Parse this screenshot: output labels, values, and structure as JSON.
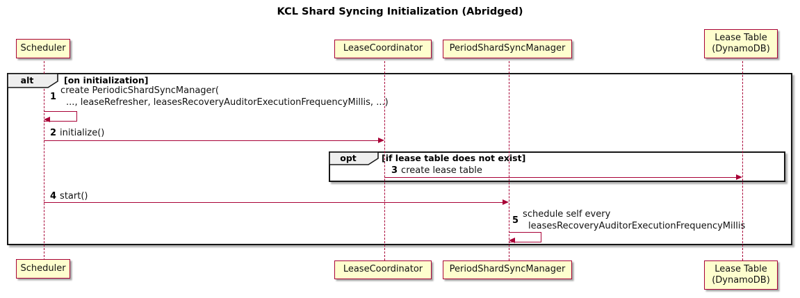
{
  "title": "KCL Shard Syncing Initialization (Abridged)",
  "participants": {
    "scheduler": {
      "label": "Scheduler"
    },
    "lease_coordinator": {
      "label": "LeaseCoordinator"
    },
    "period_shard_sync_manager": {
      "label": "PeriodShardSyncManager"
    },
    "lease_table": {
      "line1": "Lease Table",
      "line2": "(DynamoDB)"
    }
  },
  "frames": {
    "alt": {
      "operator": "alt",
      "condition": "[on initialization]"
    },
    "opt": {
      "operator": "opt",
      "condition": "[if lease table does not exist]"
    }
  },
  "messages": {
    "m1": {
      "num": "1",
      "line1": "create PeriodicShardSyncManager(",
      "line2": "..., leaseRefresher, leasesRecoveryAuditorExecutionFrequencyMillis, ...)"
    },
    "m2": {
      "num": "2",
      "text": "initialize()"
    },
    "m3": {
      "num": "3",
      "text": "create lease table"
    },
    "m4": {
      "num": "4",
      "text": "start()"
    },
    "m5": {
      "num": "5",
      "line1": "schedule self every",
      "line2": "leasesRecoveryAuditorExecutionFrequencyMillis"
    }
  },
  "colors": {
    "accent": "#A80036",
    "participant_fill": "#FEFECE",
    "frame_border": "#151515",
    "operator_fill": "#EEEEEE"
  }
}
